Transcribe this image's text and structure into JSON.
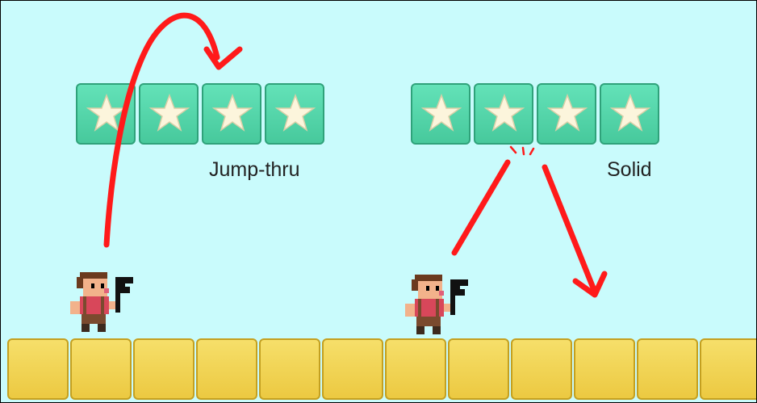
{
  "scene": {
    "background_color": "#c9fbfc",
    "platforms": [
      {
        "type": "jump-thru",
        "label": "Jump-thru",
        "blocks": 4,
        "block_icon": "star-icon"
      },
      {
        "type": "solid",
        "label": "Solid",
        "blocks": 4,
        "block_icon": "star-icon"
      }
    ],
    "ground": {
      "tiles": 12,
      "color": "#f2d451"
    },
    "players": [
      {
        "name": "player-sprite",
        "holding": "flag-icon"
      },
      {
        "name": "player-sprite",
        "holding": "flag-icon"
      }
    ],
    "arrows": [
      {
        "name": "jump-through-arrow",
        "color": "#ff1a1a"
      },
      {
        "name": "bounce-off-arrow",
        "color": "#ff1a1a"
      }
    ]
  }
}
